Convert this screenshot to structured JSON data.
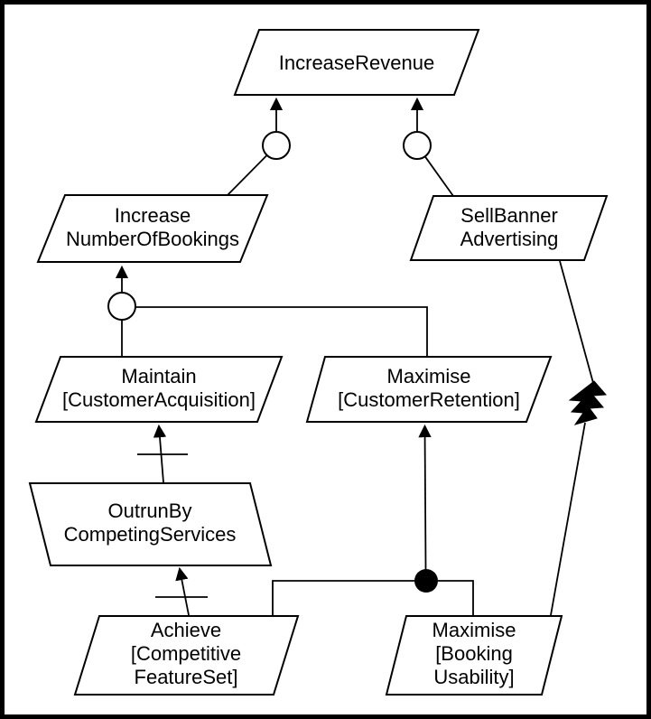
{
  "diagram": {
    "kind": "goal-model",
    "colors": {
      "stroke": "#000000",
      "node_fill": "#ffffff",
      "background": "#ffffff",
      "conflict_symbol": "#000000",
      "and_junction": "#000000"
    },
    "nodes": {
      "increase_revenue": {
        "type": "goal",
        "lines": [
          "IncreaseRevenue"
        ]
      },
      "increase_number_of_bookings": {
        "type": "goal",
        "lines": [
          "Increase",
          "NumberOfBookings"
        ]
      },
      "sell_banner_advertising": {
        "type": "goal",
        "lines": [
          "SellBanner",
          "Advertising"
        ]
      },
      "maintain_customer_acquisition": {
        "type": "goal",
        "lines": [
          "Maintain",
          "[CustomerAcquisition]"
        ]
      },
      "maximise_customer_retention": {
        "type": "goal",
        "lines": [
          "Maximise",
          "[CustomerRetention]"
        ]
      },
      "outrun_by_competing_services": {
        "type": "obstacle",
        "lines": [
          "OutrunBy",
          "CompetingServices"
        ]
      },
      "achieve_competitive_feature_set": {
        "type": "goal",
        "lines": [
          "Achieve",
          "[Competitive",
          "FeatureSet]"
        ]
      },
      "maximise_booking_usability": {
        "type": "goal",
        "lines": [
          "Maximise",
          "[Booking",
          "Usability]"
        ]
      }
    },
    "edges": [
      {
        "from": "increase_number_of_bookings",
        "to": "increase_revenue",
        "kind": "or-refinement"
      },
      {
        "from": "sell_banner_advertising",
        "to": "increase_revenue",
        "kind": "or-refinement"
      },
      {
        "from": "maintain_customer_acquisition",
        "to": "increase_number_of_bookings",
        "kind": "or-refinement"
      },
      {
        "from": "maximise_customer_retention",
        "to": "increase_number_of_bookings",
        "kind": "or-refinement"
      },
      {
        "from": "outrun_by_competing_services",
        "to": "maintain_customer_acquisition",
        "kind": "obstruction"
      },
      {
        "from": "achieve_competitive_feature_set",
        "to": "outrun_by_competing_services",
        "kind": "obstruction"
      },
      {
        "from": "achieve_competitive_feature_set",
        "to": "maximise_customer_retention",
        "kind": "and-refinement"
      },
      {
        "from": "maximise_booking_usability",
        "to": "maximise_customer_retention",
        "kind": "and-refinement"
      },
      {
        "from": "sell_banner_advertising",
        "to": "maximise_booking_usability",
        "kind": "conflict"
      }
    ]
  }
}
